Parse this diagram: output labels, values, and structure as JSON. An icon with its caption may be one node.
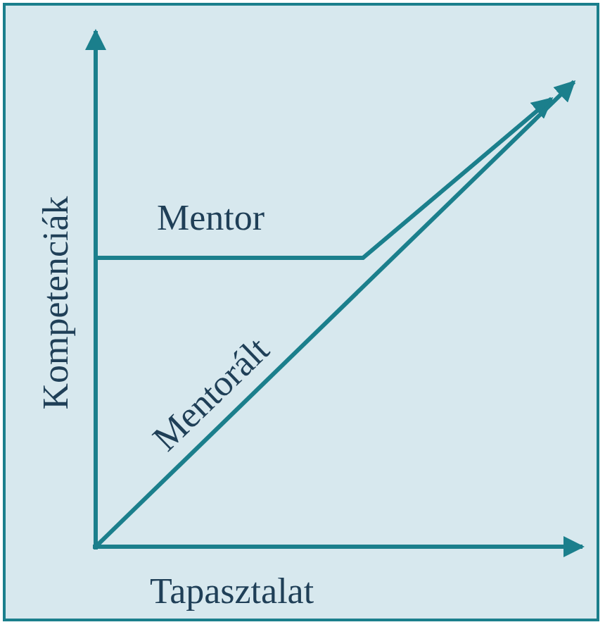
{
  "diagram": {
    "labels": [
      "Kompetenciák",
      "Mentor",
      "Mentorált",
      "Tapasztalat"
    ]
  }
}
